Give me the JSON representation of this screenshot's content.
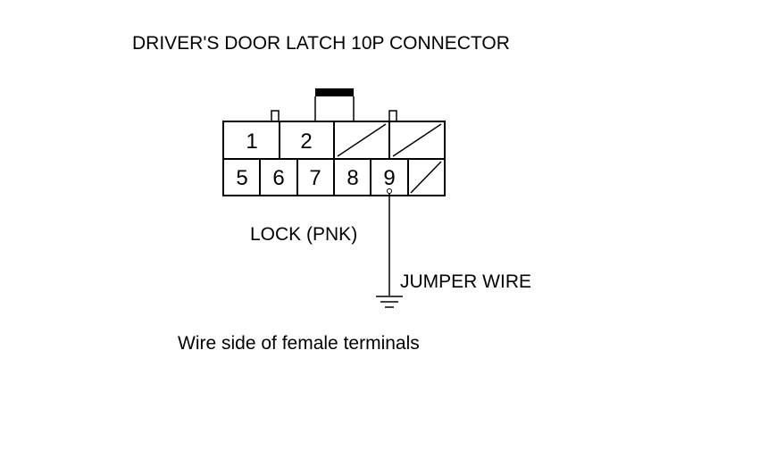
{
  "title": "DRIVER'S DOOR LATCH 10P CONNECTOR",
  "wire_label": "LOCK (PNK)",
  "jumper_label": "JUMPER WIRE",
  "caption": "Wire side of female terminals",
  "connector": {
    "top_row": [
      "1",
      "2",
      "",
      ""
    ],
    "bottom_row": [
      "5",
      "6",
      "7",
      "8",
      "9",
      ""
    ],
    "unused_cavities": [
      "top-3",
      "top-4",
      "bottom-6"
    ],
    "jumper_terminal": "9"
  },
  "icons": {
    "ground": "ground-symbol-icon",
    "lock_tab": "connector-lock-tab-icon"
  }
}
